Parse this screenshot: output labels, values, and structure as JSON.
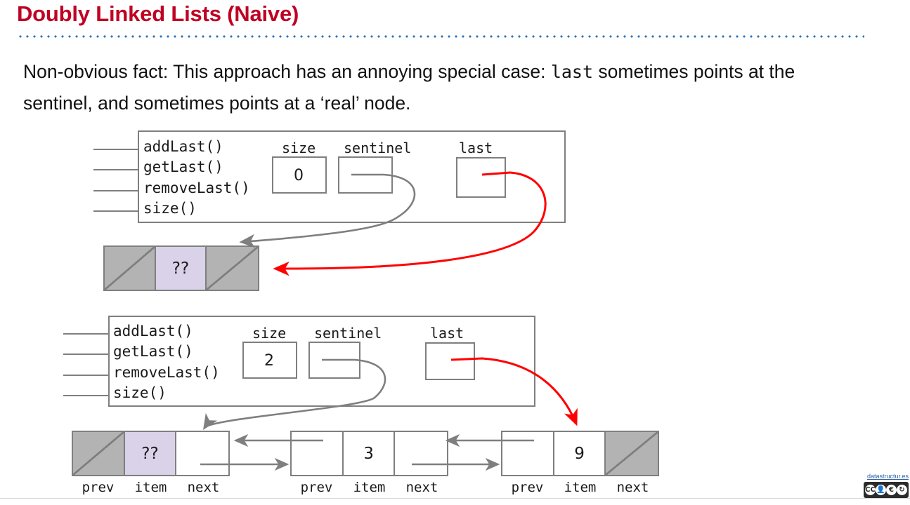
{
  "slide": {
    "title": "Doubly Linked Lists (Naive)",
    "body_part1": "Non-obvious fact: This approach has an annoying special case: ",
    "body_mono": "last",
    "body_part2": " sometimes points at the sentinel, and sometimes points at a ‘real’ node.",
    "accent_color": "#C00023",
    "rule_color": "#2E75B6",
    "pointer_color": "#7F7F7F",
    "highlight_pointer_color": "#FF0000",
    "null_cell_color": "#B3B3B3",
    "item_cell_color": "#D9D2E9"
  },
  "diagrams": [
    {
      "id": "empty-list",
      "methods": [
        "addLast()",
        "getLast()",
        "removeLast()",
        "size()"
      ],
      "fields": [
        {
          "label": "size",
          "value": "0"
        },
        {
          "label": "sentinel",
          "value": ""
        },
        {
          "label": "last",
          "value": ""
        }
      ],
      "nodes": [
        {
          "cells": [
            {
              "kind": "null",
              "value": ""
            },
            {
              "kind": "item",
              "value": "??"
            },
            {
              "kind": "null",
              "value": ""
            }
          ],
          "captions": []
        }
      ],
      "note": "sentinel points at sentinel node; last also points at sentinel node"
    },
    {
      "id": "two-element-list",
      "methods": [
        "addLast()",
        "getLast()",
        "removeLast()",
        "size()"
      ],
      "fields": [
        {
          "label": "size",
          "value": "2"
        },
        {
          "label": "sentinel",
          "value": ""
        },
        {
          "label": "last",
          "value": ""
        }
      ],
      "nodes": [
        {
          "cells": [
            {
              "kind": "null",
              "value": ""
            },
            {
              "kind": "item",
              "value": "??"
            },
            {
              "kind": "plain",
              "value": ""
            }
          ],
          "captions": [
            "prev",
            "item",
            "next"
          ]
        },
        {
          "cells": [
            {
              "kind": "plain",
              "value": ""
            },
            {
              "kind": "plain",
              "value": "3"
            },
            {
              "kind": "plain",
              "value": ""
            }
          ],
          "captions": [
            "prev",
            "item",
            "next"
          ]
        },
        {
          "cells": [
            {
              "kind": "plain",
              "value": ""
            },
            {
              "kind": "plain",
              "value": "9"
            },
            {
              "kind": "null",
              "value": ""
            }
          ],
          "captions": [
            "prev",
            "item",
            "next"
          ]
        }
      ],
      "note": "sentinel points at sentinel node; last points at the node holding 9"
    }
  ],
  "footer": {
    "link_text": "datastructur.es",
    "license_marks": [
      "CC",
      "BY",
      "NC",
      "SA"
    ]
  }
}
